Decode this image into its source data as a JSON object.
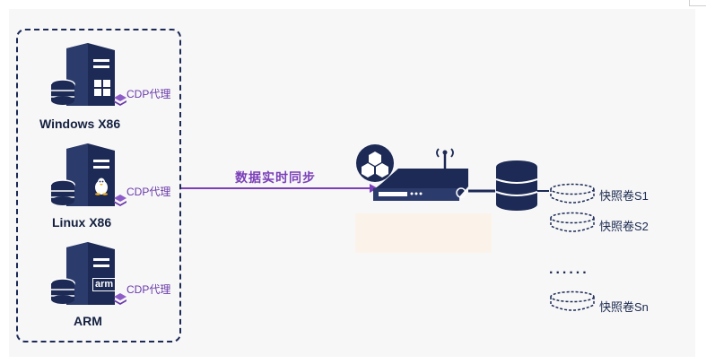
{
  "sources": [
    {
      "os_label": "Windows X86",
      "agent_label": "CDP代理",
      "badge_icon": "windows-logo-icon"
    },
    {
      "os_label": "Linux X86",
      "agent_label": "CDP代理",
      "badge_icon": "linux-tux-icon"
    },
    {
      "os_label": "ARM",
      "agent_label": "CDP代理",
      "badge_icon": "arm-badge-icon",
      "badge_text": "arm"
    }
  ],
  "flow": {
    "label": "数据实时同步"
  },
  "snapshots": [
    {
      "label": "快照卷S1"
    },
    {
      "label": "快照卷S2"
    },
    {
      "label": "快照卷Sn"
    }
  ],
  "ellipsis": "......",
  "colors": {
    "navy": "#1c2a55",
    "purple": "#7b3fb8",
    "background": "#f7f7f8"
  }
}
